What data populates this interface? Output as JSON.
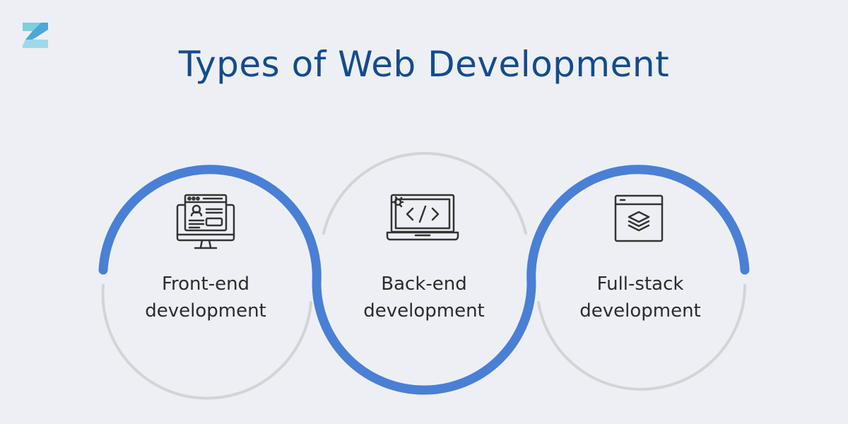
{
  "title": "Types of Web Development",
  "colors": {
    "background": "#edeff5",
    "title": "#124c8f",
    "accent_arc": "#4a7fd6",
    "muted_arc": "#d3d4d7",
    "text": "#2b2b2b",
    "icon_stroke": "#333333"
  },
  "logo": {
    "icon": "layered-s-logo-icon"
  },
  "items": [
    {
      "icon": "frontend-monitor-icon",
      "label_line1": "Front-end",
      "label_line2": "development"
    },
    {
      "icon": "code-laptop-icon",
      "label_line1": "Back-end",
      "label_line2": "development"
    },
    {
      "icon": "stack-layers-window-icon",
      "label_line1": "Full-stack",
      "label_line2": "development"
    }
  ]
}
